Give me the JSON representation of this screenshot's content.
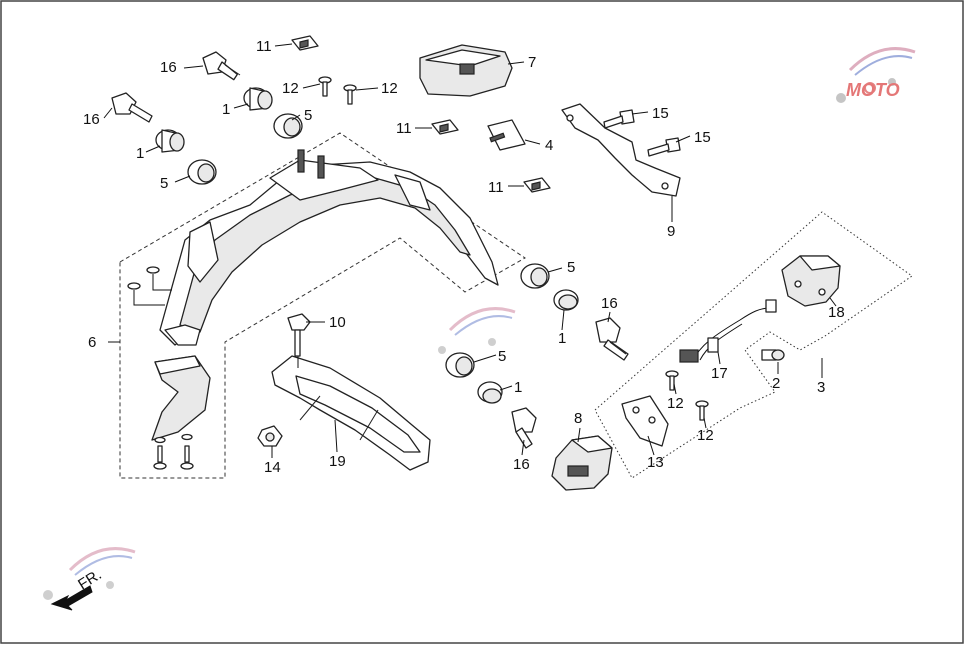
{
  "diagram": {
    "labels": {
      "p1a": "1",
      "p1b": "1",
      "p1c": "1",
      "p1d": "1",
      "p2": "2",
      "p3": "3",
      "p4": "4",
      "p5a": "5",
      "p5b": "5",
      "p5c": "5",
      "p5d": "5",
      "p6": "6",
      "p7": "7",
      "p8": "8",
      "p9": "9",
      "p10": "10",
      "p11a": "11",
      "p11b": "11",
      "p11c": "11",
      "p12a": "12",
      "p12b": "12",
      "p12c": "12",
      "p12d": "12",
      "p13": "13",
      "p14": "14",
      "p15a": "15",
      "p15b": "15",
      "p16a": "16",
      "p16b": "16",
      "p16c": "16",
      "p16d": "16",
      "p17": "17",
      "p18": "18",
      "p19": "19"
    },
    "direction": "FR.",
    "watermark": "MOTO",
    "colors": {
      "line": "#222222",
      "accent_red": "#d83a3a",
      "accent_blue": "#4a6fd0"
    }
  }
}
